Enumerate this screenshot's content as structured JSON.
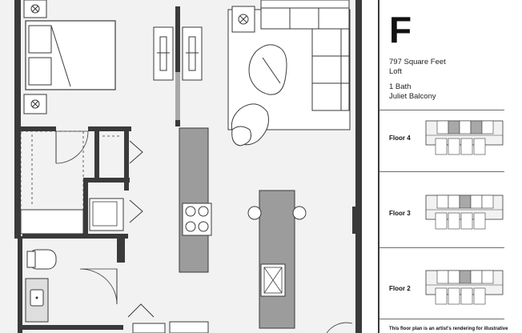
{
  "unit": {
    "letter": "F",
    "area": "797 Square Feet",
    "type": "Loft",
    "bath": "1 Bath",
    "feature": "Juliet Balcony"
  },
  "floors": [
    {
      "label": "Floor 4"
    },
    {
      "label": "Floor 3"
    },
    {
      "label": "Floor 2"
    }
  ],
  "disclaimer": "This floor plan is an artist's rendering for illustrative",
  "colors": {
    "wall": "#3a3a3a",
    "floor": "#f2f2f2",
    "counter": "#9c9c9c",
    "fixture": "#dedede",
    "highlight": "#a8a8a8"
  }
}
